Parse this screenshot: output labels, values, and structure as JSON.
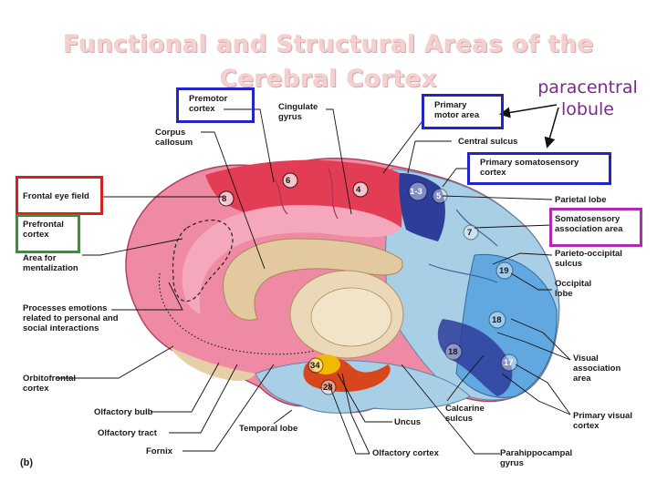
{
  "title": "Functional and Structural Areas of the Cerebral Cortex",
  "annotation": {
    "line1": "paracentral",
    "line2": "lobule"
  },
  "panel_label": "(b)",
  "labels": {
    "premotor": "Premotor cortex",
    "corpus": "Corpus callosum",
    "cingulate": "Cingulate gyrus",
    "primary_motor": "Primary motor area",
    "central_sulcus": "Central sulcus",
    "primary_somato": "Primary somatosensory cortex",
    "frontal_eye": "Frontal eye field",
    "prefrontal": "Prefrontal cortex",
    "mentalization": "Area for mentalization",
    "emotions": "Processes emotions related to personal and social interactions",
    "orbitofrontal": "Orbitofrontal cortex",
    "olf_bulb": "Olfactory bulb",
    "olf_tract": "Olfactory tract",
    "fornix": "Fornix",
    "temporal": "Temporal lobe",
    "uncus": "Uncus",
    "olf_cortex": "Olfactory cortex",
    "calcarine": "Calcarine sulcus",
    "parahippo": "Parahippocampal gyrus",
    "parietal": "Parietal lobe",
    "somato_assoc": "Somatosensory association area",
    "parieto_occ": "Parieto-occipital sulcus",
    "occipital": "Occipital lobe",
    "visual_assoc": "Visual association area",
    "primary_visual": "Primary visual cortex"
  },
  "area_numbers": {
    "n6": "6",
    "n4": "4",
    "n8": "8",
    "n13": "1-3",
    "n5": "5",
    "n7": "7",
    "n19a": "19",
    "n18a": "18",
    "n18b": "18",
    "n17": "17",
    "n34": "34",
    "n28": "28"
  },
  "colors": {
    "frontal": "#ef8aa4",
    "motor": "#e23d55",
    "parietal": "#a9cfe6",
    "occipital": "#62a8e0",
    "somatosensory": "#2f3d9a",
    "callosum": "#e3c9a0",
    "red_box": "#d62020",
    "green_box": "#2a9a2a",
    "blue_box": "#2323c8",
    "purple_box": "#b02bb0"
  }
}
